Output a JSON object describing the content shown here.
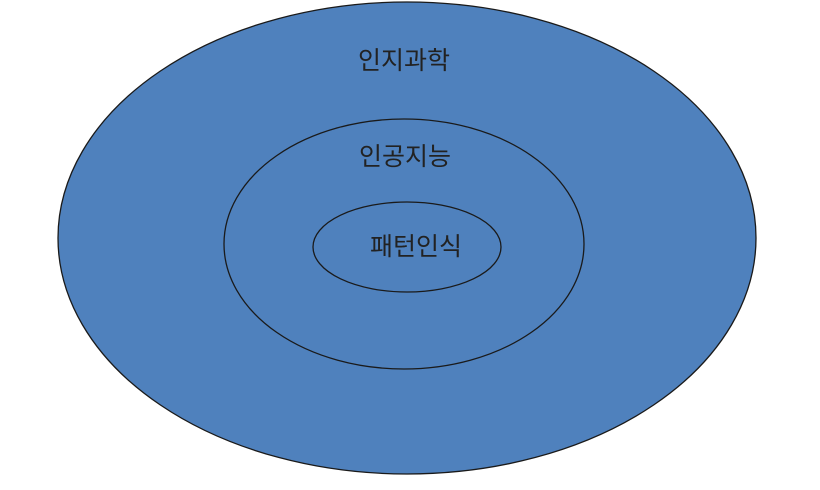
{
  "diagram": {
    "style": "nested-ellipses",
    "fill_color": "#4f81bd",
    "outline_color": "#1a1a1a",
    "text_color": "#222222",
    "outer": {
      "label": "인지과학"
    },
    "middle": {
      "label": "인공지능"
    },
    "inner": {
      "label": "패턴인식"
    }
  }
}
